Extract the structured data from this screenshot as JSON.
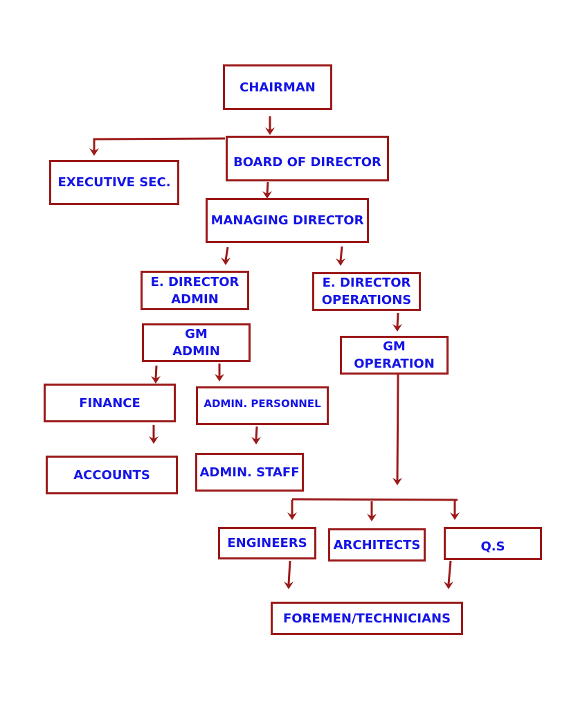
{
  "colors": {
    "border": "#9c1a1a",
    "text": "#1414e6",
    "arrow": "#9c1a1a"
  },
  "nodes": {
    "chairman": "CHAIRMAN",
    "board": "BOARD OF DIRECTOR",
    "executive_sec": "EXECUTIVE SEC.",
    "managing_director": "MANAGING DIRECTOR",
    "ed_admin": "E. DIRECTOR\nADMIN",
    "ed_operations": "E. DIRECTOR\nOPERATIONS",
    "gm_admin": "GM\nADMIN",
    "gm_operation": "GM\nOPERATION",
    "finance": "FINANCE",
    "admin_personnel": "ADMIN. PERSONNEL",
    "accounts": "ACCOUNTS",
    "admin_staff": "ADMIN. STAFF",
    "engineers": "ENGINEERS",
    "architects": "ARCHITECTS",
    "qs": "Q.S",
    "foremen": "FOREMEN/TECHNICIANS"
  }
}
